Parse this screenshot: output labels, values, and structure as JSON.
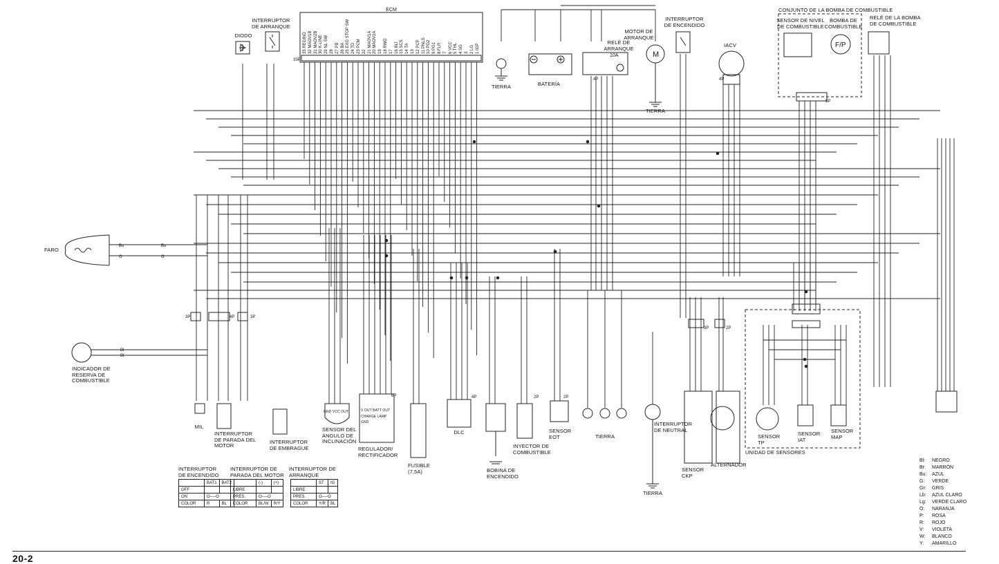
{
  "ecm": {
    "title": "ECM",
    "pins": [
      "33 REGIND",
      "32 MAOV1B",
      "31 MAOV2B",
      "30 K-LINE",
      "29 NL SW",
      "28",
      "27 PB",
      "26 BA",
      "25 EXG STOP SW",
      "24 TD",
      "23 PCM",
      "22",
      "21 MAOV1A",
      "20 MAOV2A",
      "19",
      "18 RWD",
      "17",
      "16 INJ",
      "15 SCS",
      "14 TA",
      "13",
      "12 PCP",
      "11 PNLS",
      "10 PG2",
      "9 PG1",
      "8 FLR",
      "7",
      "6 VCC",
      "5 THL",
      "4 SG",
      "3",
      "2 LG",
      "1 IGP"
    ],
    "connector": "33P",
    "connector_color": "Bl"
  },
  "components": {
    "diodo": "DIODO",
    "int_arranque": "INTERRUPTOR\nDE ARRANQUE",
    "tierra": "TIERRA",
    "bateria": "BATERÍA",
    "rele_arranque": "RELÉ DE\nARRANQUE",
    "fuse_10a": "10A",
    "motor_arranque": "MOTOR DE\nARRANQUE",
    "motor_symbol": "M",
    "int_encendido": "INTERRUPTOR\nDE ENCENDIDO",
    "iacv": "IACV",
    "bomba_conjunto": "CONJUNTO DE LA BOMBA DE COMBUSTIBLE",
    "sensor_nivel": "SENSOR DE NIVEL\nDE COMBUSTIBLE",
    "bomba": "BOMBA DE\nCOMBUSTIBLE",
    "fp_symbol": "F/P",
    "rele_bomba": "RELÉ DE LA BOMBA\nDE COMBUSTIBLE",
    "faro": "FARO",
    "indicador_reserva": "INDICADOR DE\nRESERVA DE\nCOMBUSTIBLE",
    "mil": "MIL",
    "int_parada": "INTERRUPTOR\nDE PARADA DEL\nMOTOR",
    "int_embrague": "INTERRUPTOR\nDE EMBRAGUE",
    "sensor_angulo": "SENSOR DEL\nÁNGULO DE\nINCLINACIÓN",
    "regulador": "REGULADOR/\nRECTIFICADOR",
    "fusible": "FUSIBLE\n(7,5A)",
    "dlc": "DLC",
    "bobina": "BOBINA DE\nENCENDIDO",
    "inyector": "INYECTOR DE\nCOMBUSTIBLE",
    "sensor_eot": "SENSOR\nEOT",
    "int_neutral": "INTERRUPTOR\nDE NEUTRAL",
    "sensor_ckp": "SENSOR\nCKP",
    "alternador": "ALTERNADOR",
    "sensor_tp": "SENSOR\nTP",
    "sensor_iat": "SENSOR\nIAT",
    "sensor_map": "SENSOR\nMAP",
    "unidad_sensores": "UNIDAD DE SENSORES"
  },
  "tables": {
    "encendido": {
      "title": "INTERRUPTOR\nDE ENCENDIDO",
      "cols": [
        "BAT1",
        "BAT2"
      ],
      "rows": [
        "OFF",
        "ON",
        "COLOR"
      ],
      "colors": [
        "R",
        "Bl"
      ]
    },
    "parada": {
      "title": "INTERRUPTOR DE\nPARADA DEL MOTOR",
      "cols": [
        "(-)",
        "(+)"
      ],
      "rows": [
        "LIBRE",
        "PRES.",
        "COLOR"
      ],
      "colors": [
        "Bl/W",
        "R/Y"
      ]
    },
    "arranque": {
      "title": "INTERRUPTOR DE\nARRANQUE",
      "cols": [
        "ST",
        "IG"
      ],
      "rows": [
        "LIBRE",
        "PRES.",
        "COLOR"
      ],
      "colors": [
        "Y/R",
        "Bl"
      ]
    }
  },
  "legend": [
    {
      "code": "Bl:",
      "name": "NEGRO"
    },
    {
      "code": "Br:",
      "name": "MARRÓN"
    },
    {
      "code": "Bu:",
      "name": "AZUL"
    },
    {
      "code": "G:",
      "name": "VERDE"
    },
    {
      "code": "Gr:",
      "name": "GRIS"
    },
    {
      "code": "Lb:",
      "name": "AZUL CLARO"
    },
    {
      "code": "Lg:",
      "name": "VERDE CLARO"
    },
    {
      "code": "O:",
      "name": "NARANJA"
    },
    {
      "code": "P:",
      "name": "ROSA"
    },
    {
      "code": "R:",
      "name": "ROJO"
    },
    {
      "code": "V:",
      "name": "VIOLETA"
    },
    {
      "code": "W:",
      "name": "BLANCO"
    },
    {
      "code": "Y:",
      "name": "AMARILLO"
    }
  ],
  "wires": {
    "faro_bu": "Bu",
    "faro_g": "G",
    "reserva_bl": "Bl",
    "conn_3p": "3P",
    "conn_4p": "4P",
    "conn_2p": "2P",
    "conn_5p": "5P",
    "conn_6p": "6P",
    "sensor_pins": "GND VCC OUT",
    "reg_pins": "V OUT BATT OUT CHARGE LAMP GND"
  },
  "page": {
    "number": "20-2"
  }
}
